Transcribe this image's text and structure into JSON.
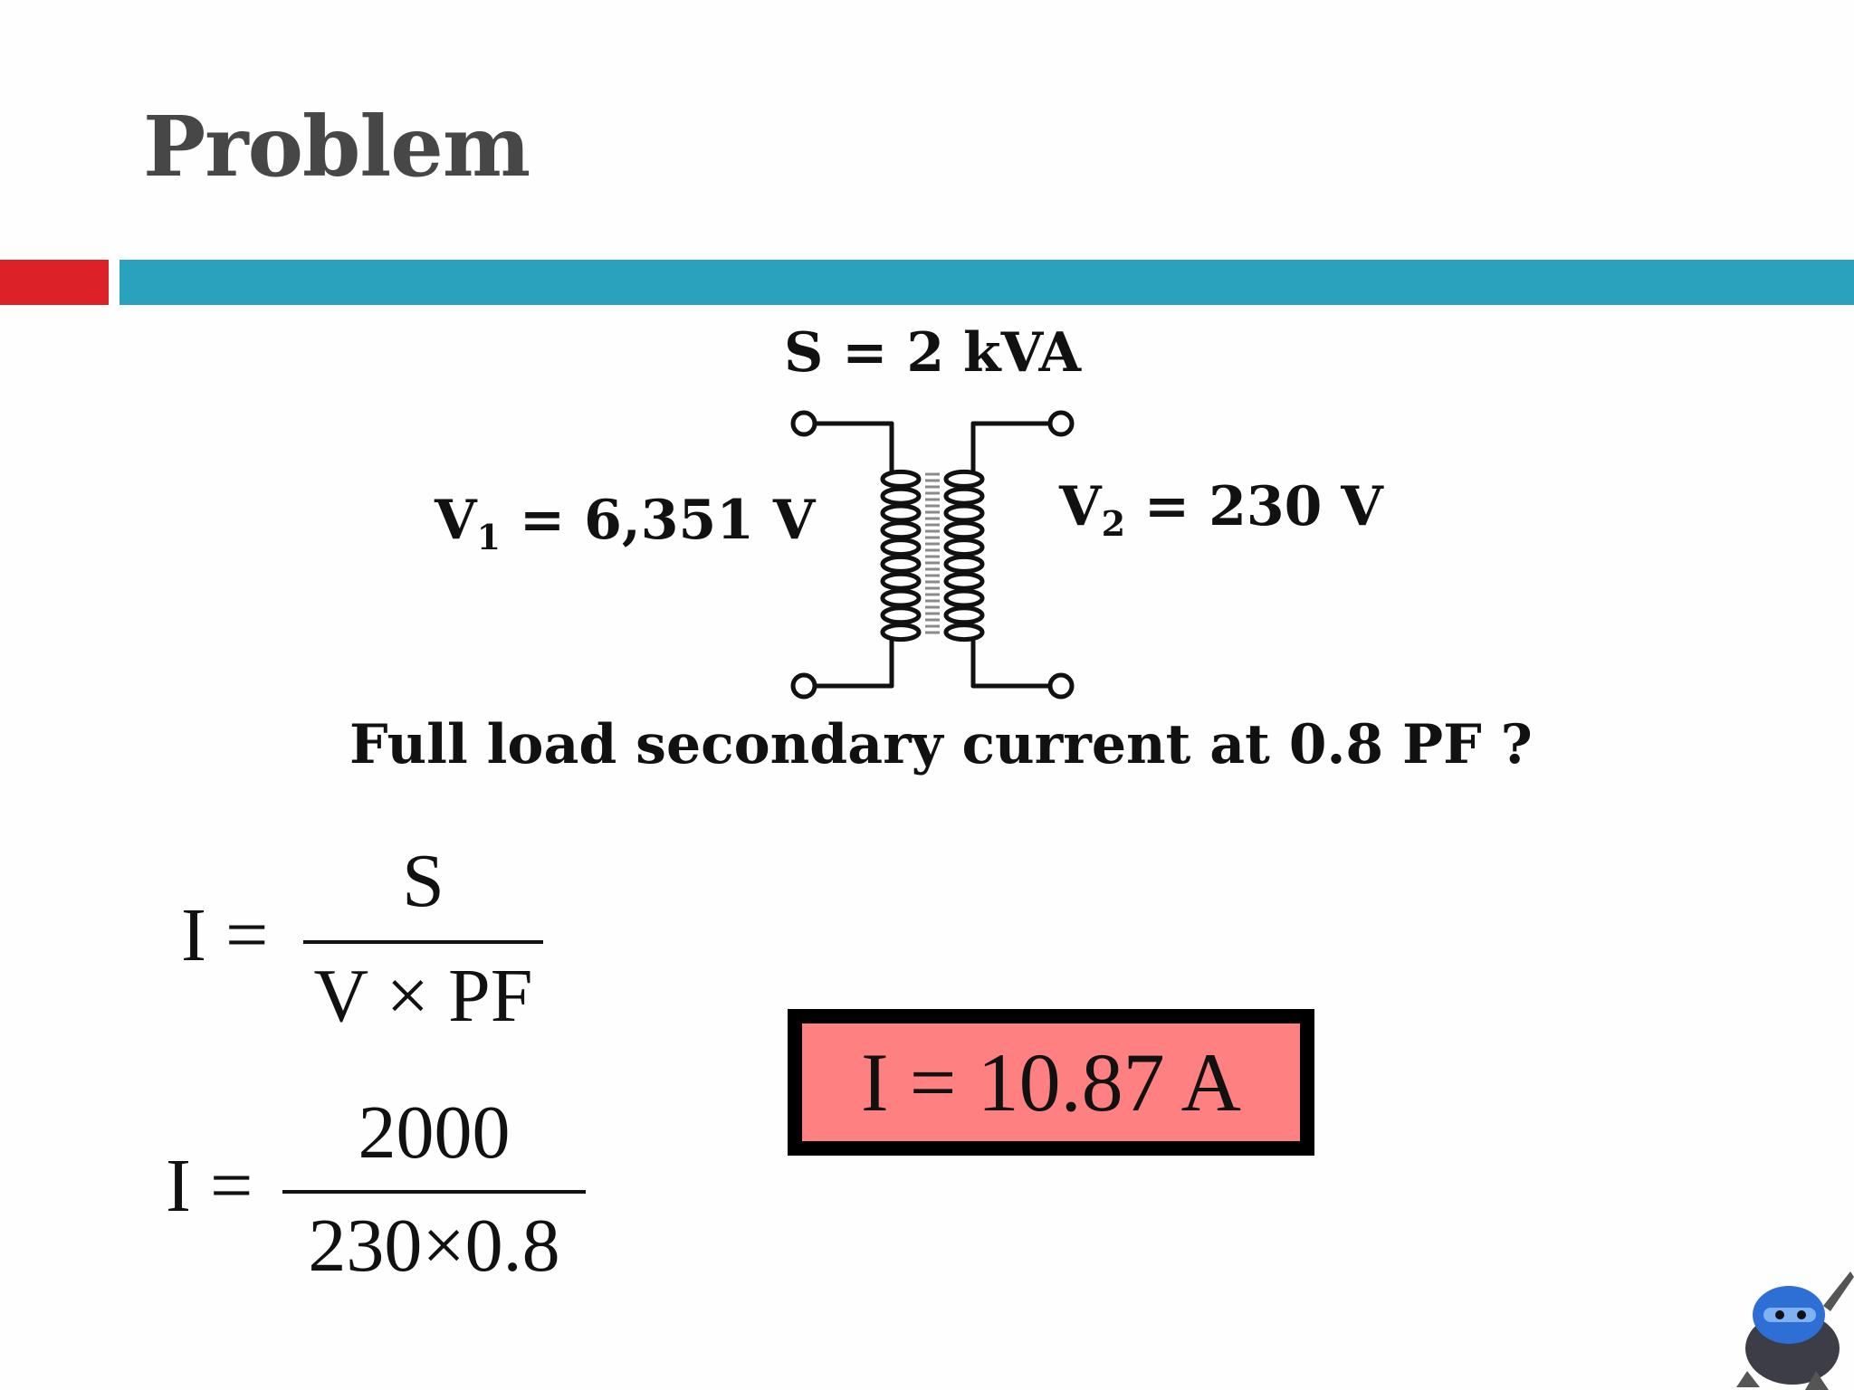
{
  "slide": {
    "title": "Problem",
    "colors": {
      "accent_red": "#dd2129",
      "accent_teal": "#2aa2bd",
      "answer_fill": "#ff8080"
    }
  },
  "diagram": {
    "apparent_power": "S = 2 kVA",
    "primary": {
      "symbol": "V",
      "subscript": "1",
      "value": " = 6,351 V"
    },
    "secondary": {
      "symbol": "V",
      "subscript": "2",
      "value": " = 230 V"
    },
    "icon": "transformer-icon"
  },
  "question": "Full load secondary current at 0.8 PF ?",
  "formula": {
    "lhs": "I =",
    "numerator": "S",
    "denominator": "V × PF"
  },
  "substitution": {
    "lhs": "I =",
    "numerator": "2000",
    "denominator": "230×0.8"
  },
  "answer": "I = 10.87 A",
  "decoration": {
    "icon": "ninja-mascot-icon"
  }
}
